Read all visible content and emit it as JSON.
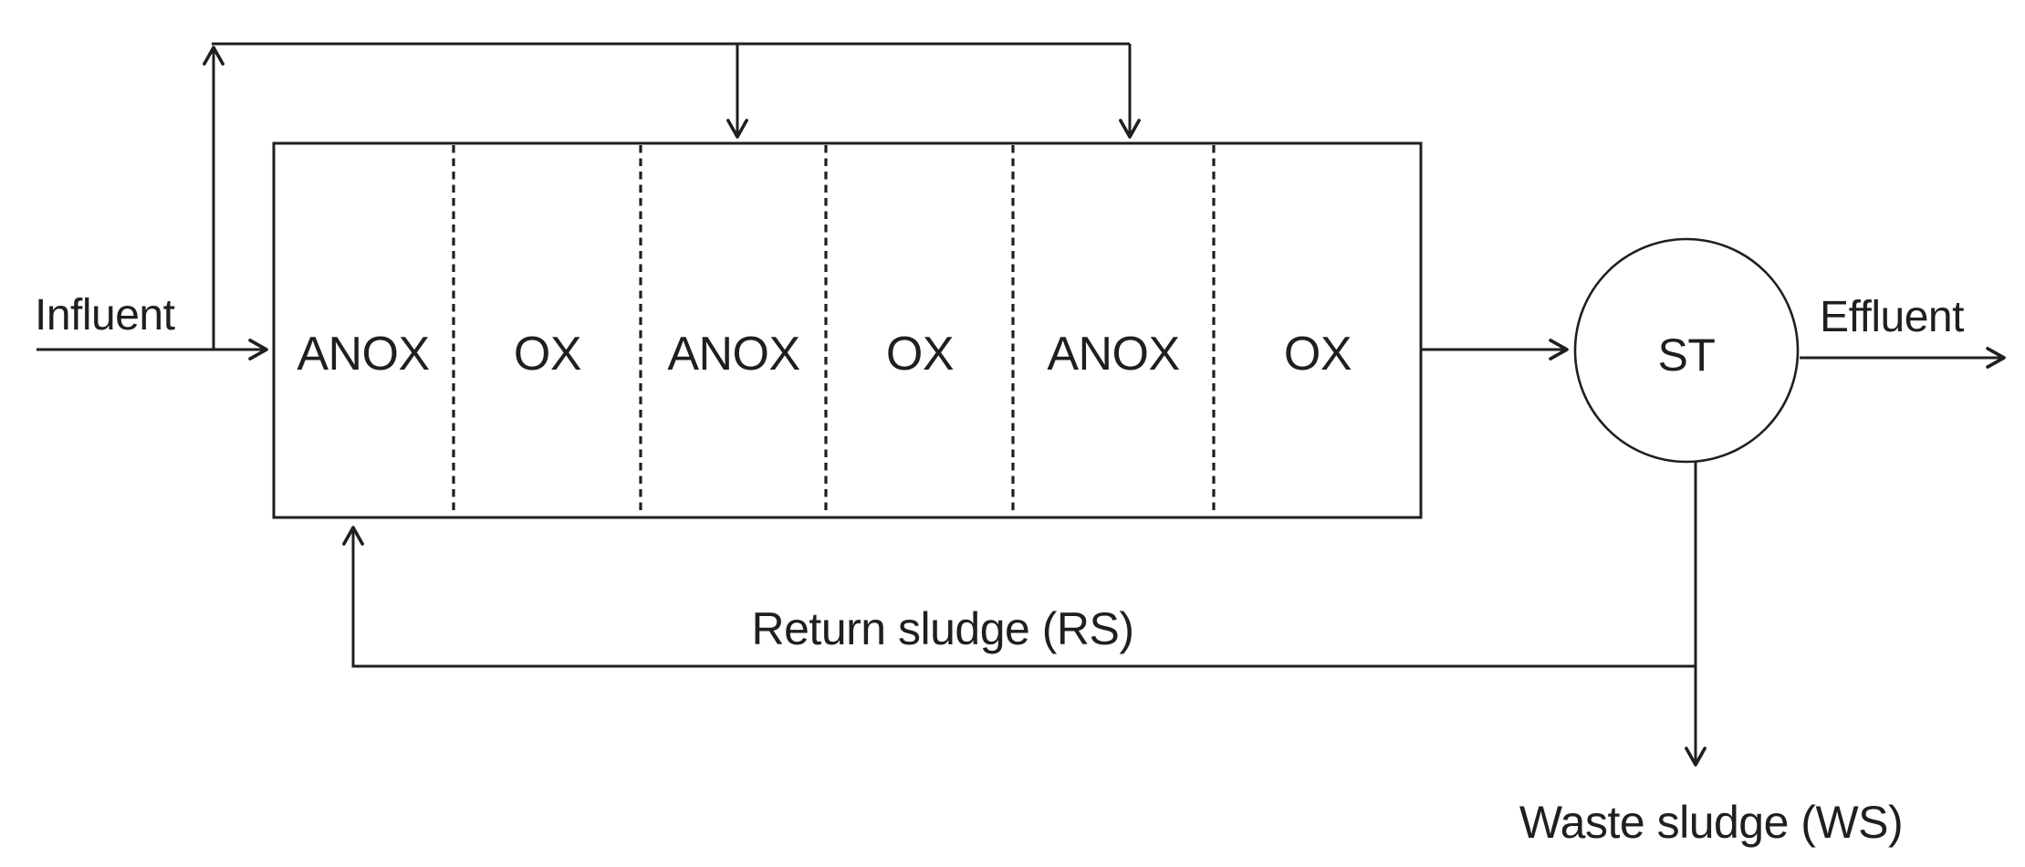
{
  "diagram": {
    "title_implicit": "Step-feed alternating anoxic/oxic activated sludge process",
    "influent_label": "Influent",
    "effluent_label": "Effluent",
    "settler_label": "ST",
    "return_sludge_label": "Return sludge (RS)",
    "waste_sludge_label": "Waste sludge (WS)",
    "compartments": [
      "ANOX",
      "OX",
      "ANOX",
      "OX",
      "ANOX",
      "OX"
    ],
    "colors": {
      "line": "#1f1f1f",
      "text": "#1f1f1f",
      "background": "#ffffff"
    }
  }
}
